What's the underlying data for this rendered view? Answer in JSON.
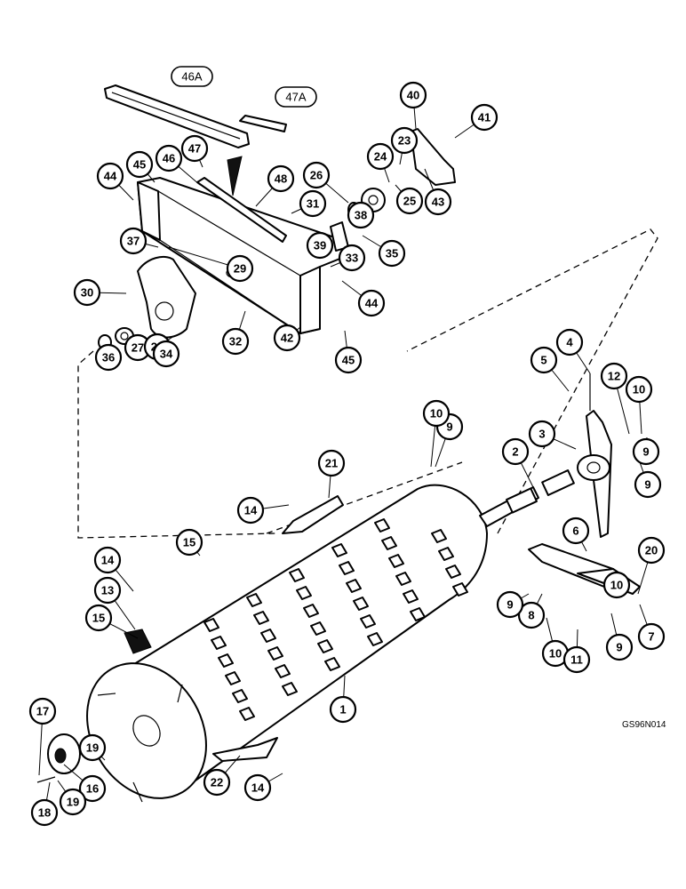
{
  "diagram": {
    "reference_code": "GS96N014",
    "assembly_labels": [
      "46A",
      "47A"
    ],
    "callouts": [
      "1",
      "2",
      "3",
      "4",
      "5",
      "6",
      "7",
      "8",
      "9",
      "9",
      "9",
      "9",
      "9",
      "10",
      "10",
      "10",
      "10",
      "11",
      "12",
      "13",
      "14",
      "14",
      "14",
      "15",
      "15",
      "16",
      "17",
      "18",
      "19",
      "19",
      "20",
      "21",
      "22",
      "23",
      "24",
      "25",
      "26",
      "27",
      "28",
      "29",
      "30",
      "31",
      "32",
      "33",
      "34",
      "35",
      "36",
      "37",
      "38",
      "39",
      "40",
      "41",
      "42",
      "43",
      "44",
      "44",
      "45",
      "45",
      "46",
      "47",
      "48"
    ]
  }
}
